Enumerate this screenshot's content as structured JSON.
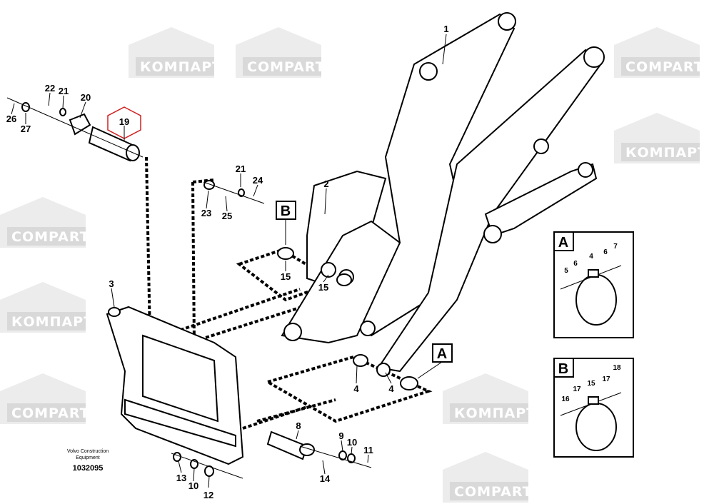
{
  "watermark": {
    "latin": "COMPART",
    "cyrillic": "КОМПАРТ"
  },
  "callouts": [
    "1",
    "2",
    "3",
    "4",
    "4",
    "15",
    "15",
    "19",
    "20",
    "21",
    "22",
    "26",
    "27",
    "21",
    "24",
    "23",
    "25",
    "8",
    "9",
    "10",
    "11",
    "13",
    "10",
    "12",
    "14"
  ],
  "detail_markers": {
    "a": "A",
    "b": "B"
  },
  "inset_a": {
    "title": "A",
    "labels": [
      "5",
      "6",
      "4",
      "6",
      "7"
    ]
  },
  "inset_b": {
    "title": "B",
    "labels": [
      "16",
      "17",
      "15",
      "17",
      "18"
    ]
  },
  "footer": {
    "line1": "Volvo Construction",
    "line2": "Equipment",
    "drawing_number": "1032095"
  },
  "colors": {
    "highlight": "#d02020",
    "watermark": "#d9d9d9"
  }
}
